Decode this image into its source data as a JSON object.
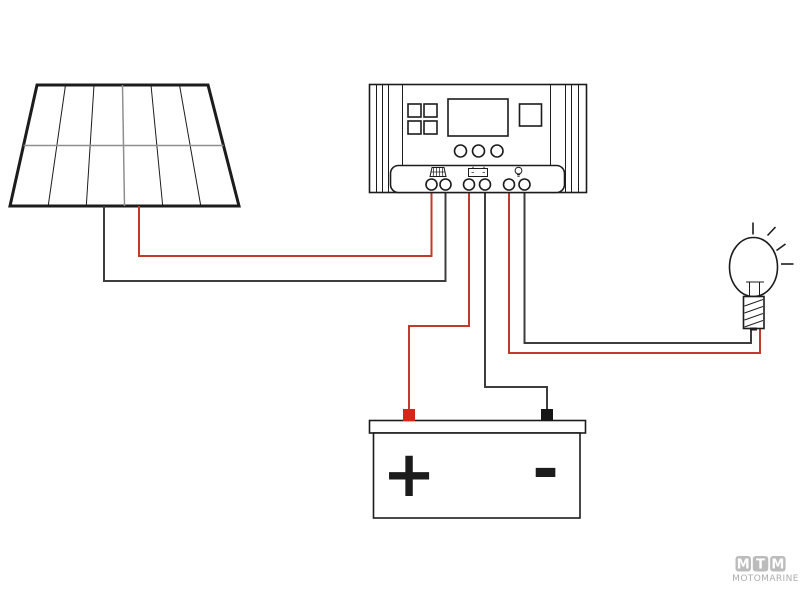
{
  "colors": {
    "background": "#ffffff",
    "line": "#1c1c1c",
    "panel_grid_gray": "#8f8f8f",
    "wire_red": "#c23b2a",
    "wire_dark": "#3d3d3d",
    "battery_post_red": "#d8251a",
    "battery_post_black": "#161616",
    "logo_box_gray": "#bcbcbc",
    "logo_text_gray": "#adadad"
  },
  "icons": {
    "controller_terminal_1": "solar-panel-icon",
    "controller_terminal_2": "battery-icon",
    "controller_terminal_3": "light-bulb-icon"
  },
  "battery": {
    "positive_label": "+",
    "negative_label": "-"
  },
  "logo": {
    "letters": [
      "M",
      "T",
      "M"
    ],
    "subtitle": "MOTOMARINE"
  }
}
